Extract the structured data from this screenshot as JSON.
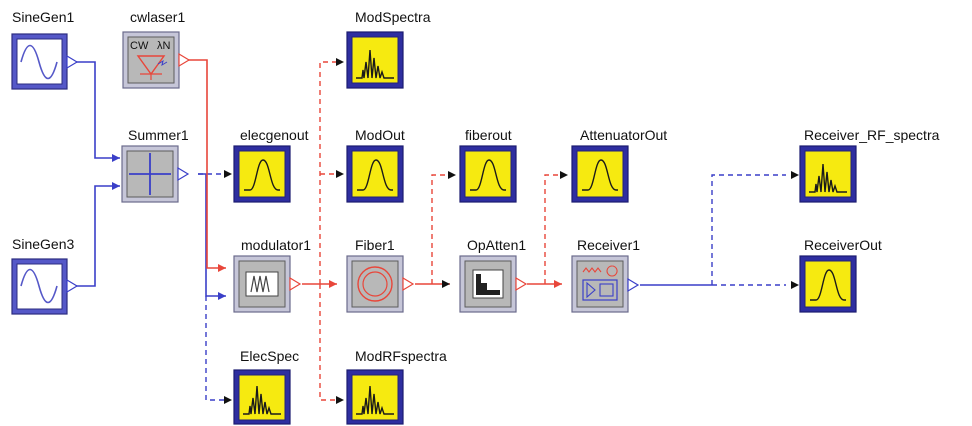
{
  "diagram": {
    "colors": {
      "optical": "#e8463a",
      "electrical": "#3a3fc8",
      "visualizer": "#f6ea10",
      "frame": "#2e2ea0"
    },
    "sources": {
      "sinegen1": "SineGen1",
      "sinegen3": "SineGen3",
      "cwlaser": "cwlaser1",
      "cw_text_left": "CW",
      "cw_text_right": "λN"
    },
    "processing": {
      "summer": "Summer1",
      "modulator": "modulator1",
      "fiber": "Fiber1",
      "attenuator": "OpAtten1",
      "receiver": "Receiver1"
    },
    "visualizers": {
      "mod_spectra": "ModSpectra",
      "elecgenout": "elecgenout",
      "mod_out": "ModOut",
      "fiberout": "fiberout",
      "attenuator_out": "AttenuatorOut",
      "receiver_rf_spectra": "Receiver_RF_spectra",
      "receiver_out": "ReceiverOut",
      "elec_spec": "ElecSpec",
      "mod_rf_spectra": "ModRFspectra"
    }
  }
}
